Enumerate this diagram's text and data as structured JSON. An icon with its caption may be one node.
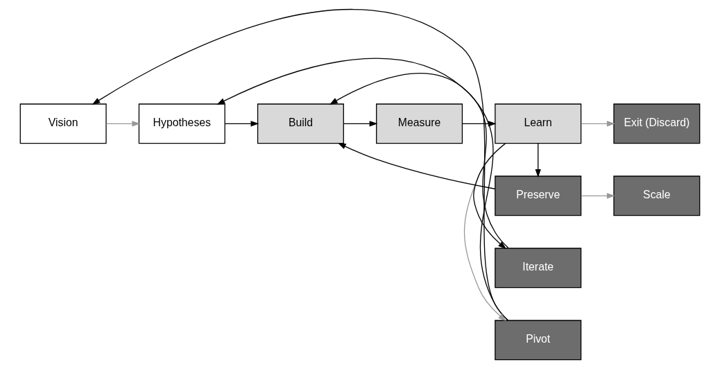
{
  "diagram": {
    "nodes": [
      {
        "text": [
          "Pivot"
        ]
      },
      {
        "text": [
          "Iterate"
        ]
      },
      {
        "text": [
          "Vision"
        ]
      },
      {
        "text": [
          "Hypotheses"
        ]
      },
      {
        "text": [
          "Build"
        ]
      },
      {
        "text": [
          "Measure"
        ]
      },
      {
        "text": [
          "Learn"
        ]
      },
      {
        "text": [
          "Exit (Discard)"
        ]
      },
      {
        "text": [
          "Preserve"
        ]
      },
      {
        "text": [
          "Scale"
        ]
      }
    ],
    "edges": [
      {
        "from": 0,
        "to": 2,
        "arrow": "to"
      },
      {
        "from": 0,
        "to": 3,
        "arrow": "to"
      },
      {
        "from": 1,
        "to": 4,
        "arrow": "to"
      },
      {
        "from": 6,
        "to": 0,
        "arrow": "to",
        "color": "#999999"
      },
      {
        "from": 6,
        "to": 1,
        "arrow": "to"
      },
      {
        "from": 2,
        "to": 3,
        "arrow": "to",
        "color": "#999999"
      },
      {
        "from": 3,
        "to": 4,
        "arrow": "to"
      },
      {
        "from": 4,
        "to": 5,
        "arrow": "to"
      },
      {
        "from": 5,
        "to": 6,
        "arrow": "to"
      },
      {
        "from": 6,
        "to": 7,
        "arrow": "to",
        "color": "#999999"
      },
      {
        "from": 6,
        "to": 8,
        "arrow": "to"
      },
      {
        "from": 8,
        "to": 4,
        "arrow": "to"
      },
      {
        "from": 8,
        "to": 9,
        "arrow": "to",
        "color": "#999999"
      }
    ]
  }
}
